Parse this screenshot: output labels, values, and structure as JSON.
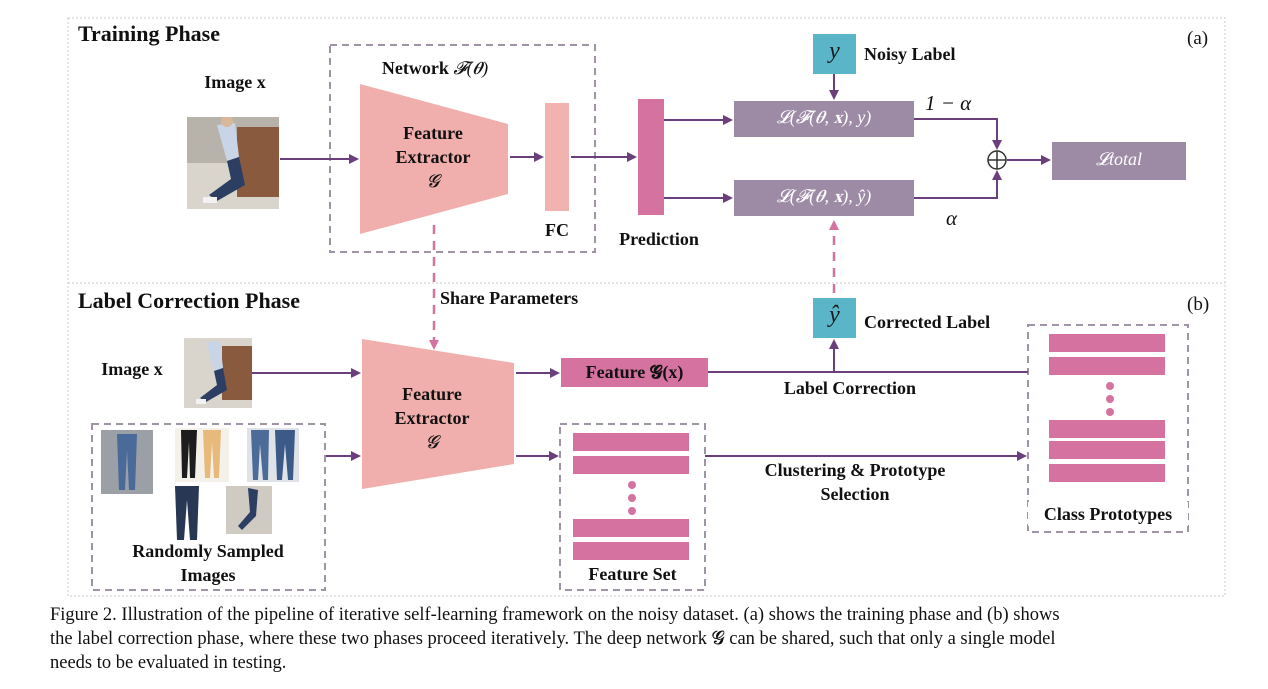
{
  "phases": {
    "training": {
      "title": "Training Phase",
      "tag": "(a)"
    },
    "correction": {
      "title": "Label Correction Phase",
      "tag": "(b)"
    }
  },
  "training": {
    "image_label": "Image x",
    "network_label": "Network",
    "network_math": "𝓕(𝜽)",
    "feature_extractor": [
      "Feature",
      "Extractor",
      "𝓖"
    ],
    "fc_label": "FC",
    "prediction_label": "Prediction",
    "noisy_label_symbol": "y",
    "noisy_label_text": "Noisy Label",
    "loss_noisy": "𝓛(𝓕(𝜽, 𝐱),  y)",
    "loss_corrected": "𝓛(𝓕(𝜽, 𝐱),  ŷ)",
    "weight_one_minus_alpha": "1 − α",
    "weight_alpha": "α",
    "loss_total": "𝓛total",
    "sum_symbol": "⊕"
  },
  "correction": {
    "share_parameters": "Share Parameters",
    "image_label": "Image x",
    "corrected_symbol": "ŷ",
    "corrected_text": "Corrected Label",
    "feature_extractor": [
      "Feature",
      "Extractor",
      "𝓖"
    ],
    "feature_box": "Feature 𝓖(x)",
    "label_correction": "Label Correction",
    "clustering": [
      "Clustering & Prototype",
      "Selection"
    ],
    "random_images": [
      "Randomly Sampled",
      "Images"
    ],
    "feature_set": "Feature Set",
    "class_prototypes": "Class Prototypes"
  },
  "caption": {
    "line1": "Figure 2. Illustration of the pipeline of iterative self-learning framework on the noisy dataset. (a) shows the training phase and (b) shows",
    "line2": "the label correction phase, where these two phases proceed iteratively. The deep network 𝓖 can be shared, such that only a single model",
    "line3": "needs to be evaluated in testing."
  },
  "colors": {
    "arrow": "#6b3f7b",
    "loss_box": "#9d8aa5",
    "label_box": "#5bb5c9",
    "extractor": "#f0aeac",
    "fc": "#f2b3b0",
    "prediction": "#d572a0",
    "feature_bar": "#d572a0",
    "dashed_border": "#9e94a6",
    "share_arrow": "#d572a0"
  }
}
